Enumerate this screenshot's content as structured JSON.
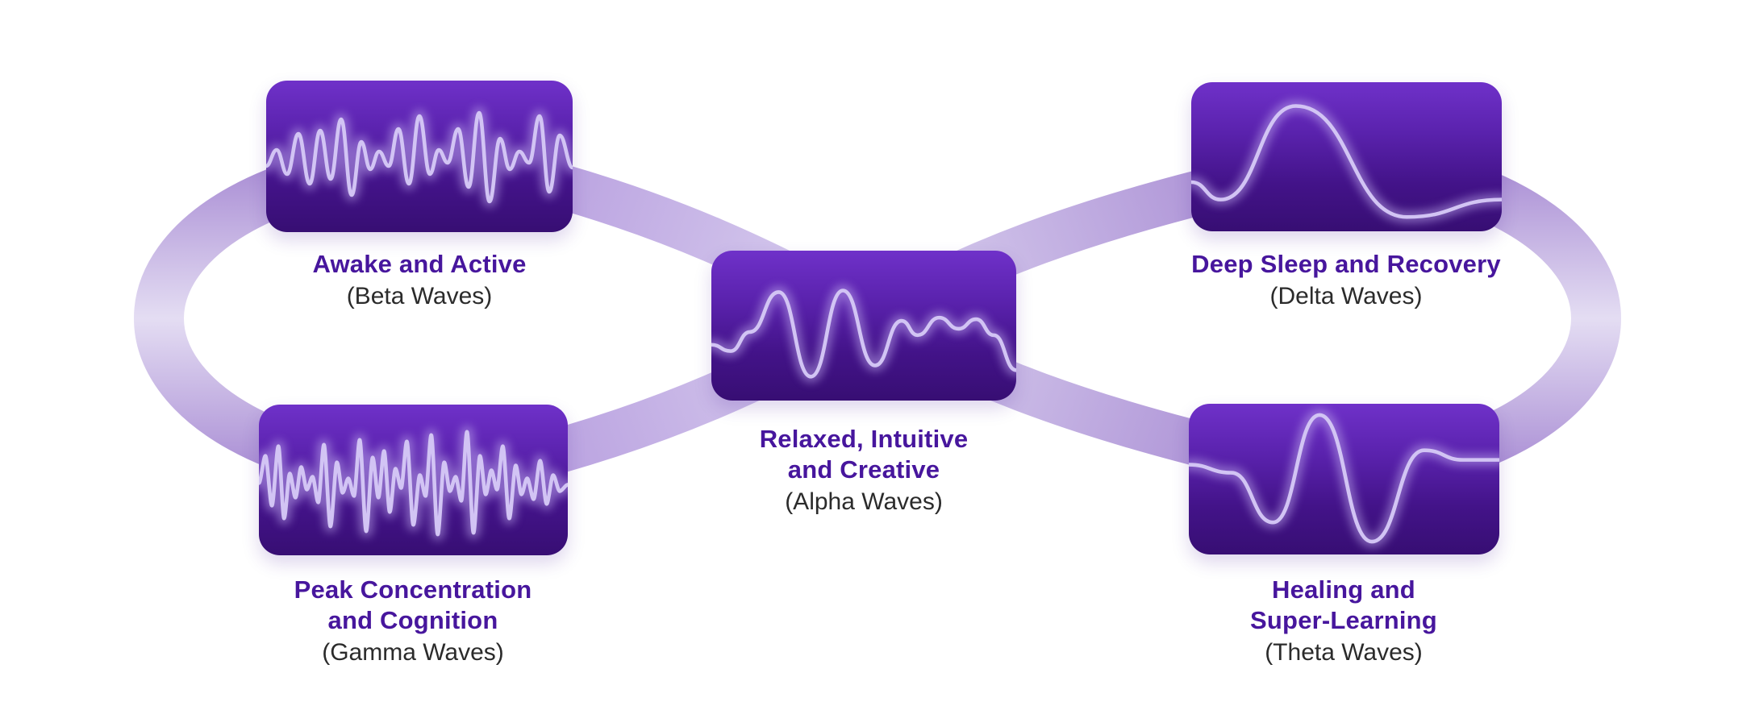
{
  "diagram": {
    "name": "brainwave-states-infinity-loop",
    "connector": "infinity-loop-ribbon",
    "background": "#ffffff",
    "colors": {
      "title_text": "#47169d",
      "subtitle_text": "#2b2b2b",
      "card_gradient_top": "#6f31c9",
      "card_gradient_bottom": "#370e73",
      "wave_line": "#d2c4f4",
      "ribbon_light": "#e4ddf3",
      "ribbon_dark": "#a98dd4"
    },
    "nodes": [
      {
        "id": "beta",
        "position": "top-left",
        "title": "Awake and Active",
        "subtitle": "(Beta Waves)",
        "wave_icon": "beta-wave-icon"
      },
      {
        "id": "gamma",
        "position": "bottom-left",
        "title": "Peak Concentration\nand Cognition",
        "subtitle": "(Gamma Waves)",
        "wave_icon": "gamma-wave-icon"
      },
      {
        "id": "alpha",
        "position": "center",
        "title": "Relaxed, Intuitive\nand Creative",
        "subtitle": "(Alpha Waves)",
        "wave_icon": "alpha-wave-icon"
      },
      {
        "id": "delta",
        "position": "top-right",
        "title": "Deep Sleep and Recovery",
        "subtitle": "(Delta Waves)",
        "wave_icon": "delta-wave-icon"
      },
      {
        "id": "theta",
        "position": "bottom-right",
        "title": "Healing and\nSuper-Learning",
        "subtitle": "(Theta Waves)",
        "wave_icon": "theta-wave-icon"
      }
    ]
  }
}
